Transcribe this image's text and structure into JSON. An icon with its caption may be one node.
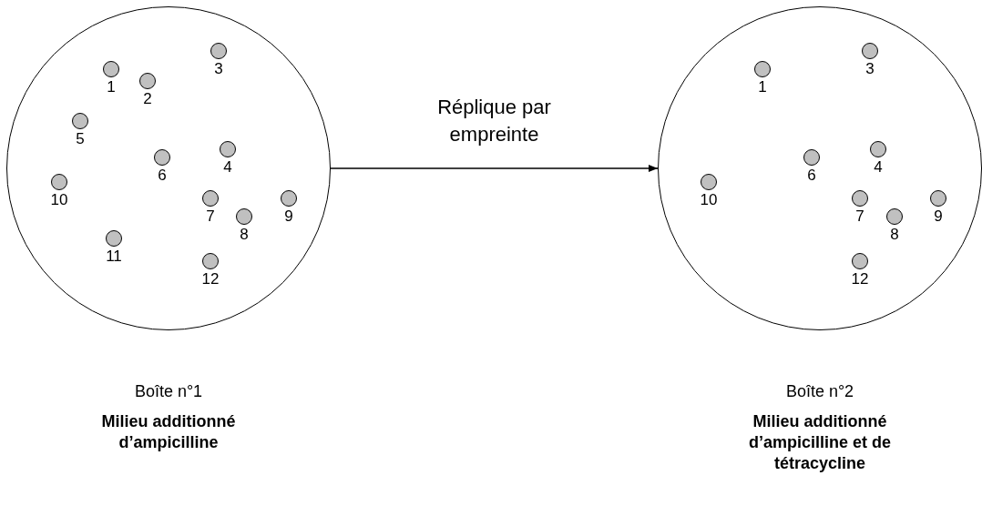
{
  "diagram": {
    "nodes": [
      {
        "text": [],
        "shape": "circle",
        "beside": [
          "Boîte n°1",
          "Milieu additionné d’ampicilline"
        ]
      },
      {
        "text": [],
        "shape": "circle",
        "in": 0,
        "beside": [
          "1"
        ]
      },
      {
        "text": [],
        "shape": "circle",
        "in": 0,
        "beside": [
          "2"
        ]
      },
      {
        "text": [],
        "shape": "circle",
        "in": 0,
        "beside": [
          "3"
        ]
      },
      {
        "text": [],
        "shape": "circle",
        "in": 0,
        "beside": [
          "4"
        ]
      },
      {
        "text": [],
        "shape": "circle",
        "in": 0,
        "beside": [
          "5"
        ]
      },
      {
        "text": [],
        "shape": "circle",
        "in": 0,
        "beside": [
          "6"
        ]
      },
      {
        "text": [],
        "shape": "circle",
        "in": 0,
        "beside": [
          "7"
        ]
      },
      {
        "text": [],
        "shape": "circle",
        "in": 0,
        "beside": [
          "8"
        ]
      },
      {
        "text": [],
        "shape": "circle",
        "in": 0,
        "beside": [
          "9"
        ]
      },
      {
        "text": [],
        "shape": "circle",
        "in": 0,
        "beside": [
          "10"
        ]
      },
      {
        "text": [],
        "shape": "circle",
        "in": 0,
        "beside": [
          "11"
        ]
      },
      {
        "text": [],
        "shape": "circle",
        "in": 0,
        "beside": [
          "12"
        ]
      },
      {
        "text": [],
        "shape": "circle",
        "beside": [
          "Boîte n°2",
          "Milieu additionné d’ampicilline et de tétracycline"
        ]
      },
      {
        "text": [],
        "shape": "circle",
        "in": 13,
        "beside": [
          "1"
        ]
      },
      {
        "text": [],
        "shape": "circle",
        "in": 13,
        "beside": [
          "3"
        ]
      },
      {
        "text": [],
        "shape": "circle",
        "in": 13,
        "beside": [
          "4"
        ]
      },
      {
        "text": [],
        "shape": "circle",
        "in": 13,
        "beside": [
          "6"
        ]
      },
      {
        "text": [],
        "shape": "circle",
        "in": 13,
        "beside": [
          "7"
        ]
      },
      {
        "text": [],
        "shape": "circle",
        "in": 13,
        "beside": [
          "8"
        ]
      },
      {
        "text": [],
        "shape": "circle",
        "in": 13,
        "beside": [
          "9"
        ]
      },
      {
        "text": [],
        "shape": "circle",
        "in": 13,
        "beside": [
          "10"
        ]
      },
      {
        "text": [],
        "shape": "circle",
        "in": 13,
        "beside": [
          "12"
        ]
      }
    ],
    "edges": [
      {
        "from": 0,
        "to": 13,
        "arrow": "to",
        "label": "Réplique par empreinte"
      }
    ]
  }
}
